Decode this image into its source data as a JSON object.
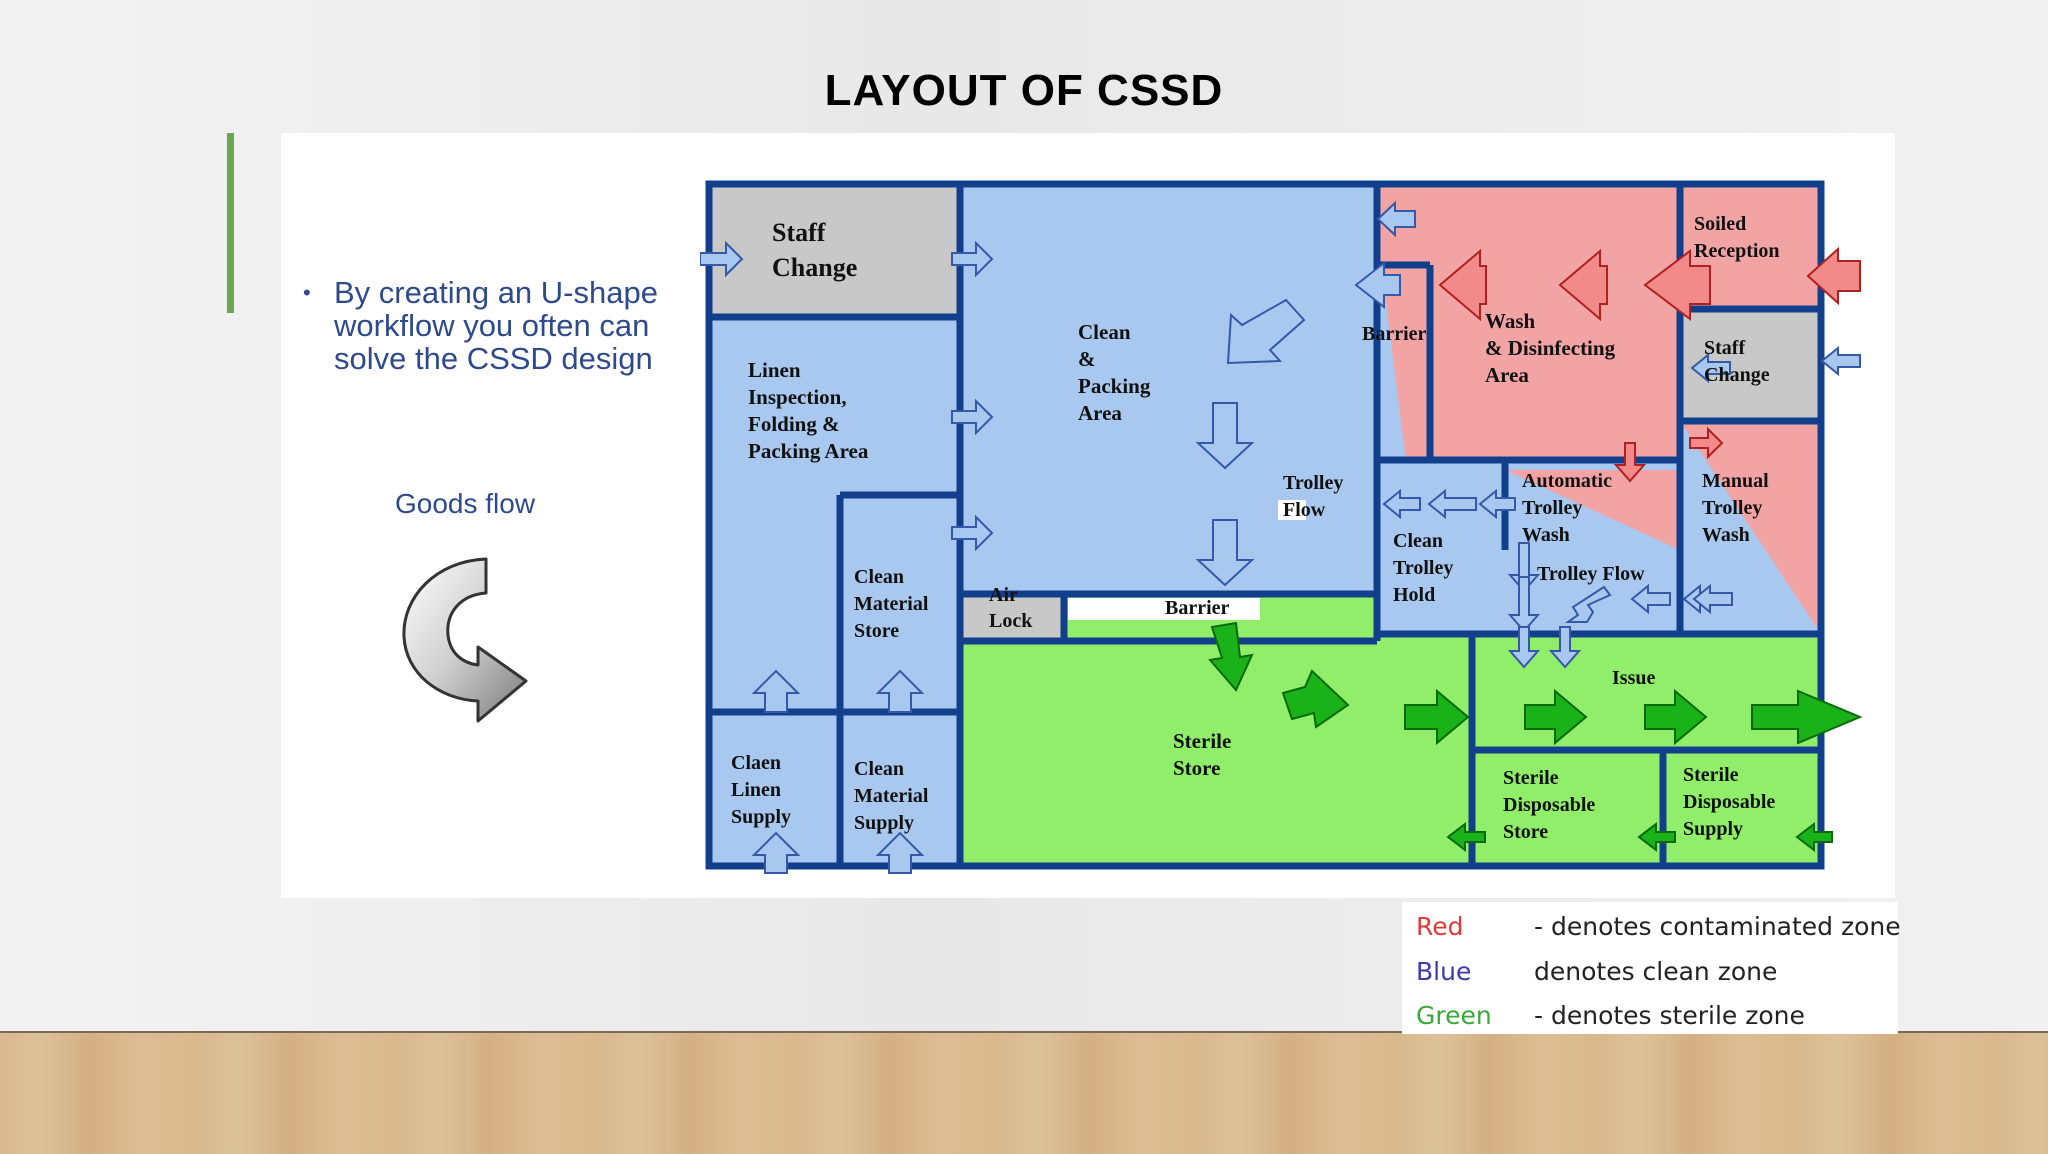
{
  "title": "LAYOUT OF CSSD",
  "bullet": {
    "dot": "•",
    "text": "By creating an U-shape workflow you often can solve the CSSD design"
  },
  "goods_flow_label": "Goods flow",
  "colors": {
    "contaminated": "#f2a3a3",
    "clean": "#a8c8f0",
    "sterile": "#90ee6a",
    "neutral": "#c8c8c8",
    "wall": "#123f8c",
    "clean_arrow": "#a8c8f0",
    "sterile_arrow": "#19b219",
    "contaminated_arrow": "#f28a8a",
    "accent": "#6aa84f"
  },
  "rooms": {
    "staff_change_left": [
      "Staff",
      "Change"
    ],
    "linen_inspection": [
      "Linen",
      "Inspection,",
      "Folding &",
      "Packing Area"
    ],
    "clean_packing": [
      "Clean",
      "&",
      "Packing",
      "Area"
    ],
    "barrier_top": [
      "Barrier"
    ],
    "wash_disinfecting": [
      "Wash",
      "& Disinfecting",
      "Area"
    ],
    "soiled_reception": [
      "Soiled",
      "Reception"
    ],
    "staff_change_right": [
      "Staff",
      "Change"
    ],
    "trolley_flow_left": [
      "Trolley",
      "Flow"
    ],
    "automatic_trolley_wash": [
      "Automatic",
      "Trolley",
      "Wash"
    ],
    "manual_trolley_wash": [
      "Manual",
      "Trolley",
      "Wash"
    ],
    "clean_trolley_hold": [
      "Clean",
      "Trolley",
      "Hold"
    ],
    "trolley_flow_right": [
      "Trolley Flow"
    ],
    "clean_material_store": [
      "Clean",
      "Material",
      "Store"
    ],
    "air_lock": [
      "Air",
      "Lock"
    ],
    "barrier_bottom": [
      "Barrier"
    ],
    "sterile_store": [
      "Sterile",
      "Store"
    ],
    "issue": [
      "Issue"
    ],
    "claen_linen_supply": [
      "Claen",
      "Linen",
      "Supply"
    ],
    "clean_material_supply": [
      "Clean",
      "Material",
      "Supply"
    ],
    "sterile_disposable_store": [
      "Sterile",
      "Disposable",
      "Store"
    ],
    "sterile_disposable_supply": [
      "Sterile",
      "Disposable",
      "Supply"
    ]
  },
  "legend": [
    {
      "key": "Red",
      "key_color": "#e03a3a",
      "desc": "- denotes contaminated zone"
    },
    {
      "key": "Blue",
      "key_color": "#3a3aa8",
      "desc": "denotes clean zone"
    },
    {
      "key": "Green",
      "key_color": "#3aa83a",
      "desc": "- denotes sterile zone"
    }
  ]
}
